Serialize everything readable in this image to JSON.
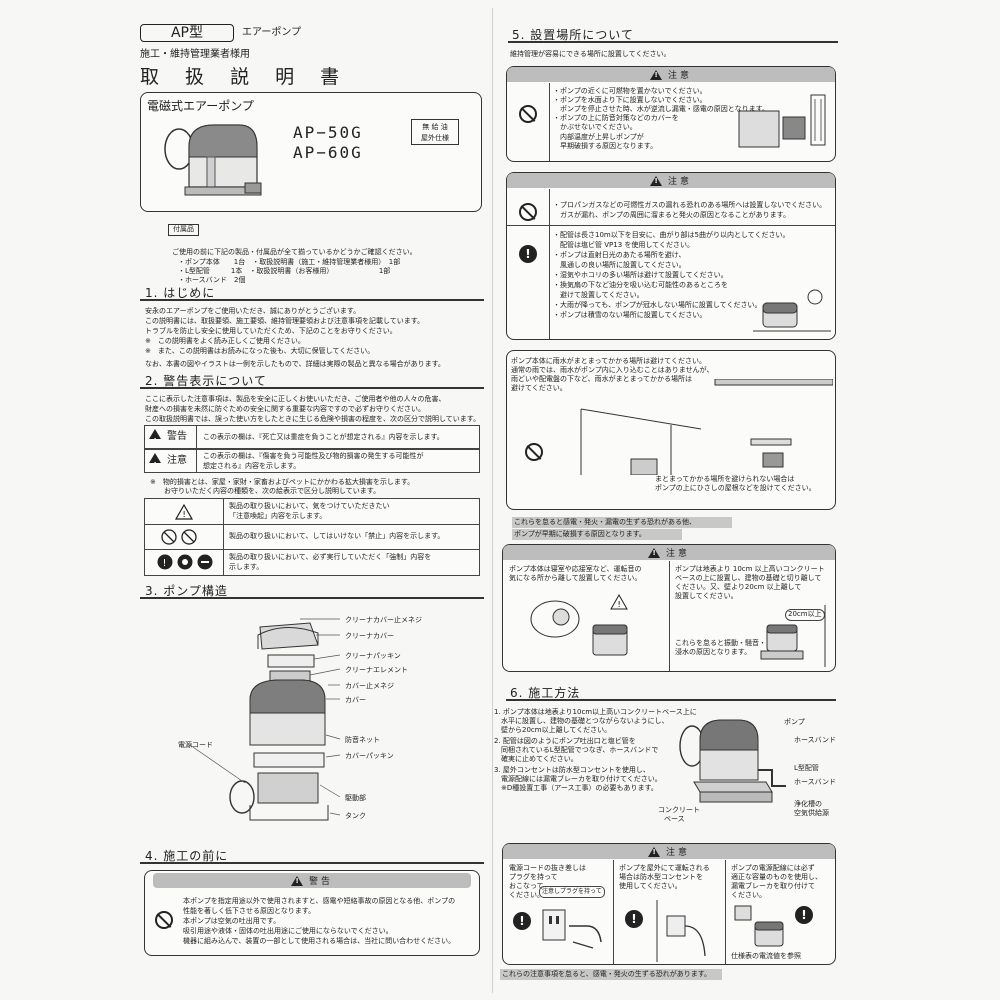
{
  "header": {
    "ap_type": "AP型",
    "ap_type_sub": "エアーポンプ",
    "audience": "施工・維持管理業者様用",
    "title": "取 扱 説 明 書"
  },
  "product": {
    "name": "電磁式エアーポンプ",
    "model1": "AP−50G",
    "model2": "AP−60G",
    "tag1": "無 給 油",
    "tag2": "屋外仕様"
  },
  "accessories": {
    "label": "付属品",
    "intro": "ご使用の前に下記の製品・付属品が全て揃っているかどうかご確認ください。",
    "items": [
      "・ポンプ本体　　1台　・取扱説明書（施工・維持管理業者様用）　1部",
      "・L型配管　　　1本　・取扱説明書（お客様用）　　　　　　　1部",
      "・ホースバンド　2個"
    ]
  },
  "sec1": {
    "title": "1. はじめに",
    "lines": [
      "安永のエアーポンプをご使用いただき、誠にありがとうございます。",
      "この説明書には、取扱要領、施工要領、維持管理要領および注意事項を記載しています。",
      "トラブルを防止し安全に使用していただくため、下記のことをお守りください。",
      "※　この説明書をよく読み正しくご使用ください。",
      "※　また、この説明書はお読みになった後も、大切に保管してください。",
      "なお、本書の図やイラストは一例を示したもので、詳細は実際の製品と異なる場合があります。"
    ]
  },
  "sec2": {
    "title": "2. 警告表示について",
    "lines": [
      "ここに表示した注意事項は、製品を安全に正しくお使いいただき、ご使用者や他の人々の危害、",
      "財産への損害を未然に防ぐための安全に関する重要な内容ですので必ずお守りください。",
      "この取扱説明書では、誤った使い方をしたときに生じる危険や損害の程度を、次の区分で説明しています。"
    ],
    "keikoku_label": "警告",
    "keikoku_text": "この表示の欄は、『死亡又は重症を負うことが想定される』内容を示します。",
    "chui_label": "注意",
    "chui_text1": "この表示の欄は、『傷害を負う可能性及び物的損害の発生する可能性が",
    "chui_text2": "想定される』内容を示します。",
    "note1": "※　物的損害とは、家屋・家財・家畜およびペットにかかわる拡大損害を示します。",
    "note2": "お守りいただく内容の種類を、次の絵表示で区分し説明しています。",
    "sym1a": "製品の取り扱いにおいて、気をつけていただきたい",
    "sym1b": "「注意喚起」内容を示します。",
    "sym2": "製品の取り扱いにおいて、してはいけない「禁止」内容を示します。",
    "sym3a": "製品の取り扱いにおいて、必ず実行していただく「強制」内容を",
    "sym3b": "示します。"
  },
  "sec3": {
    "title": "3. ポンプ構造",
    "parts": [
      "クリーナカバー止メネジ",
      "クリーナカバー",
      "クリーナパッキン",
      "クリーナエレメント",
      "カバー止メネジ",
      "カバー",
      "防音ネット",
      "カバーパッキン",
      "駆動部",
      "タンク",
      "電源コード"
    ]
  },
  "sec4": {
    "title": "4. 施工の前に",
    "banner": "警告",
    "lines": [
      "本ポンプを指定用途以外で使用されますと、感電や短絡事故の原因となる他、ポンプの",
      "性能を著しく低下させる原因となります。",
      "本ポンプは空気の吐出用です。",
      "吸引用途や液体・固体の吐出用途にご使用にならないでください。",
      "機器に組み込んで、装置の一部として使用される場合は、当社に問い合わせください。"
    ]
  },
  "sec5": {
    "title": "5. 設置場所について",
    "intro": "維持管理が容易にできる場所に設置してください。",
    "c1_banner": "注意",
    "c1_lines": [
      "・ポンプの近くに可燃物を置かないでください。",
      "・ポンプを水面より下に設置しないでください。",
      "　ポンプを停止させた時、水が逆流し漏電・感電の原因となります。",
      "・ポンプの上に防音対策などのカバーを",
      "　かぶせないでください。",
      "　内部温度が上昇しポンプが",
      "　早期破損する原因となります。"
    ],
    "c2_banner": "注意",
    "c2_lines_a": [
      "・プロパンガスなどの可燃性ガスの漏れる恐れのある場所へは設置しないでください。",
      "　ガスが漏れ、ポンプの周囲に溜まると発火の原因となることがあります。"
    ],
    "c2_lines_b": [
      "・配管は長さ10m以下を目安に、曲がり部は5曲がり以内としてください。",
      "　配管は塩ビ管 VP13 を使用してください。",
      "・ポンプは直射日光のあたる場所を避け、",
      "　風通しの良い場所に設置してください。",
      "・湿気やホコリの多い場所は避けて設置してください。",
      "・換気扇の下など油分を吸い込む可能性のあるところを",
      "　避けて設置してください。",
      "・大雨が降っても、ポンプが冠水しない場所に設置してください。",
      "・ポンプは積雪のない場所に設置してください。"
    ],
    "rain_lines": [
      "ポンプ本体に雨水がまとまってかかる場所は避けてください。",
      "通常の雨では、雨水がポンプ内に入り込むことはありませんが、",
      "雨どいや配電盤の下など、雨水がまとまってかかる場所は",
      "避けてください。"
    ],
    "rain_note": [
      "まとまってかかる場所を避けられない場合は",
      "ポンプの上にひさしの屋根などを設けてください。"
    ],
    "band1": "これらを怠ると感電・発火・漏電の生ずる恐れがある他、",
    "band2": "ポンプが早期に破損する原因となります。",
    "c3_banner": "注意",
    "c3_left": [
      "ポンプ本体は寝室や応接室など、運転音の",
      "気になる所から離して設置してください。"
    ],
    "c3_right": [
      "ポンプは地表より 10cm 以上高いコンクリート",
      "ベースの上に設置し、建物の基礎と切り離して",
      "ください。又、壁より20cm 以上離して",
      "設置してください。"
    ],
    "c3_right_note": [
      "これらを怠ると振動・騒音・",
      "浸水の原因となります。"
    ],
    "c3_gap": "20cm以上"
  },
  "sec6": {
    "title": "6. 施工方法",
    "steps": [
      "1. ポンプ本体は地表より10cm以上高いコンクリートベース上に",
      "　水平に設置し、建物の基礎とつながらないようにし、",
      "　壁から20cm以上離してください。",
      "2. 配管は図のようにポンプ吐出口と塩ビ管を",
      "　同梱されているL型配管でつなぎ、ホースバンドで",
      "　確実に止めてください。",
      "3. 屋外コンセントは防水型コンセントを使用し、",
      "　電源配線には漏電ブレーカを取り付けてください。",
      "　※D種設置工事（アース工事）の必要もあります。"
    ],
    "labels": [
      "ポンプ",
      "ホースバンド",
      "L型配管",
      "ホースバンド",
      "浄化槽の",
      "空気供給源",
      "コンクリート",
      "ベース"
    ],
    "c4_banner": "注意",
    "c4_a": [
      "電源コードの抜き差しは",
      "プラグを持って",
      "おこなって",
      "ください。"
    ],
    "c4_plug": "注意しプラグを持って",
    "c4_b": [
      "ポンプを屋外にて運転される",
      "場合は防水型コンセントを",
      "使用してください。"
    ],
    "c4_c": [
      "ポンプの電源配線には必ず",
      "適正な容量のものを使用し、",
      "漏電ブレーカを取り付けて",
      "ください。"
    ],
    "c4_c_note": "仕様表の電流値を参照",
    "footer": "これらの注意事項を怠ると、感電・発火の生ずる恐れがあります。"
  }
}
